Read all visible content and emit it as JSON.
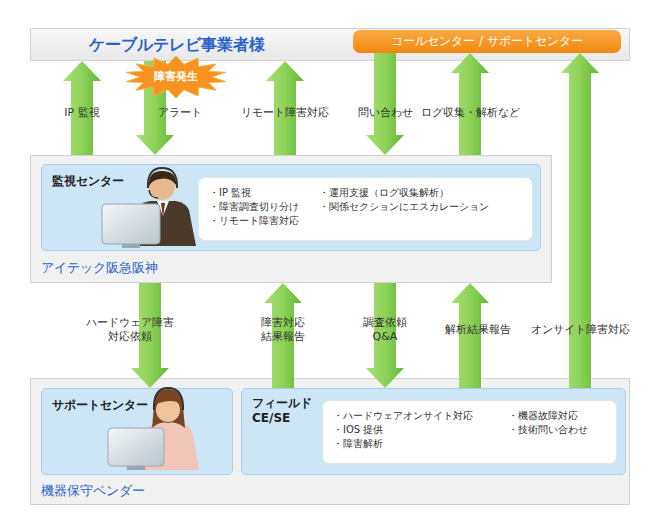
{
  "diagram": {
    "nodes": [
      {
        "text": [
          "ケーブルテレビ事業者様"
        ]
      },
      {
        "text": [
          "コールセンター / サポートセンター"
        ],
        "in": 0
      },
      {
        "text": [
          "障害発生"
        ]
      },
      {
        "text": [
          "アイテック阪急阪神"
        ]
      },
      {
        "text": [
          "監視センター"
        ],
        "in": 3
      },
      {
        "text": [
          "・IP 監視",
          "・障害調査切り分け",
          "・リモート障害対応",
          "・運用支援（ログ収集解析）",
          "・関係セクションにエスカレーション"
        ],
        "in": 4
      },
      {
        "text": [
          "機器保守ベンダー"
        ]
      },
      {
        "text": [
          "サポートセンター"
        ],
        "in": 6
      },
      {
        "text": [
          "フィールド CE/SE"
        ],
        "in": 6
      },
      {
        "text": [
          "・ハードウェアオンサイト対応",
          "・IOS 提供",
          "・障害解析",
          "・機器故障対応",
          "・技術問い合わせ"
        ],
        "in": 8
      }
    ],
    "edges": [
      {
        "from": 3,
        "to": 0,
        "arrow": "to",
        "label": "IP 監視"
      },
      {
        "from": 0,
        "to": 3,
        "arrow": "to",
        "label": "アラート"
      },
      {
        "from": 3,
        "to": 0,
        "arrow": "to",
        "label": "リモート障害対応"
      },
      {
        "from": 1,
        "to": 3,
        "arrow": "to",
        "label": "問い合わせ"
      },
      {
        "from": 3,
        "to": 1,
        "arrow": "to",
        "label": "ログ収集・解析など"
      },
      {
        "from": 3,
        "to": 7,
        "arrow": "to",
        "label": "ハードウェア障害 対応依頼"
      },
      {
        "from": 8,
        "to": 3,
        "arrow": "to",
        "label": "障害対応 結果報告"
      },
      {
        "from": 3,
        "to": 8,
        "arrow": "to",
        "label": "調査依頼 Q&A"
      },
      {
        "from": 8,
        "to": 3,
        "arrow": "to",
        "label": "解析結果報告"
      },
      {
        "from": 8,
        "to": 1,
        "arrow": "to",
        "label": "オンサイト障害対応"
      }
    ]
  }
}
